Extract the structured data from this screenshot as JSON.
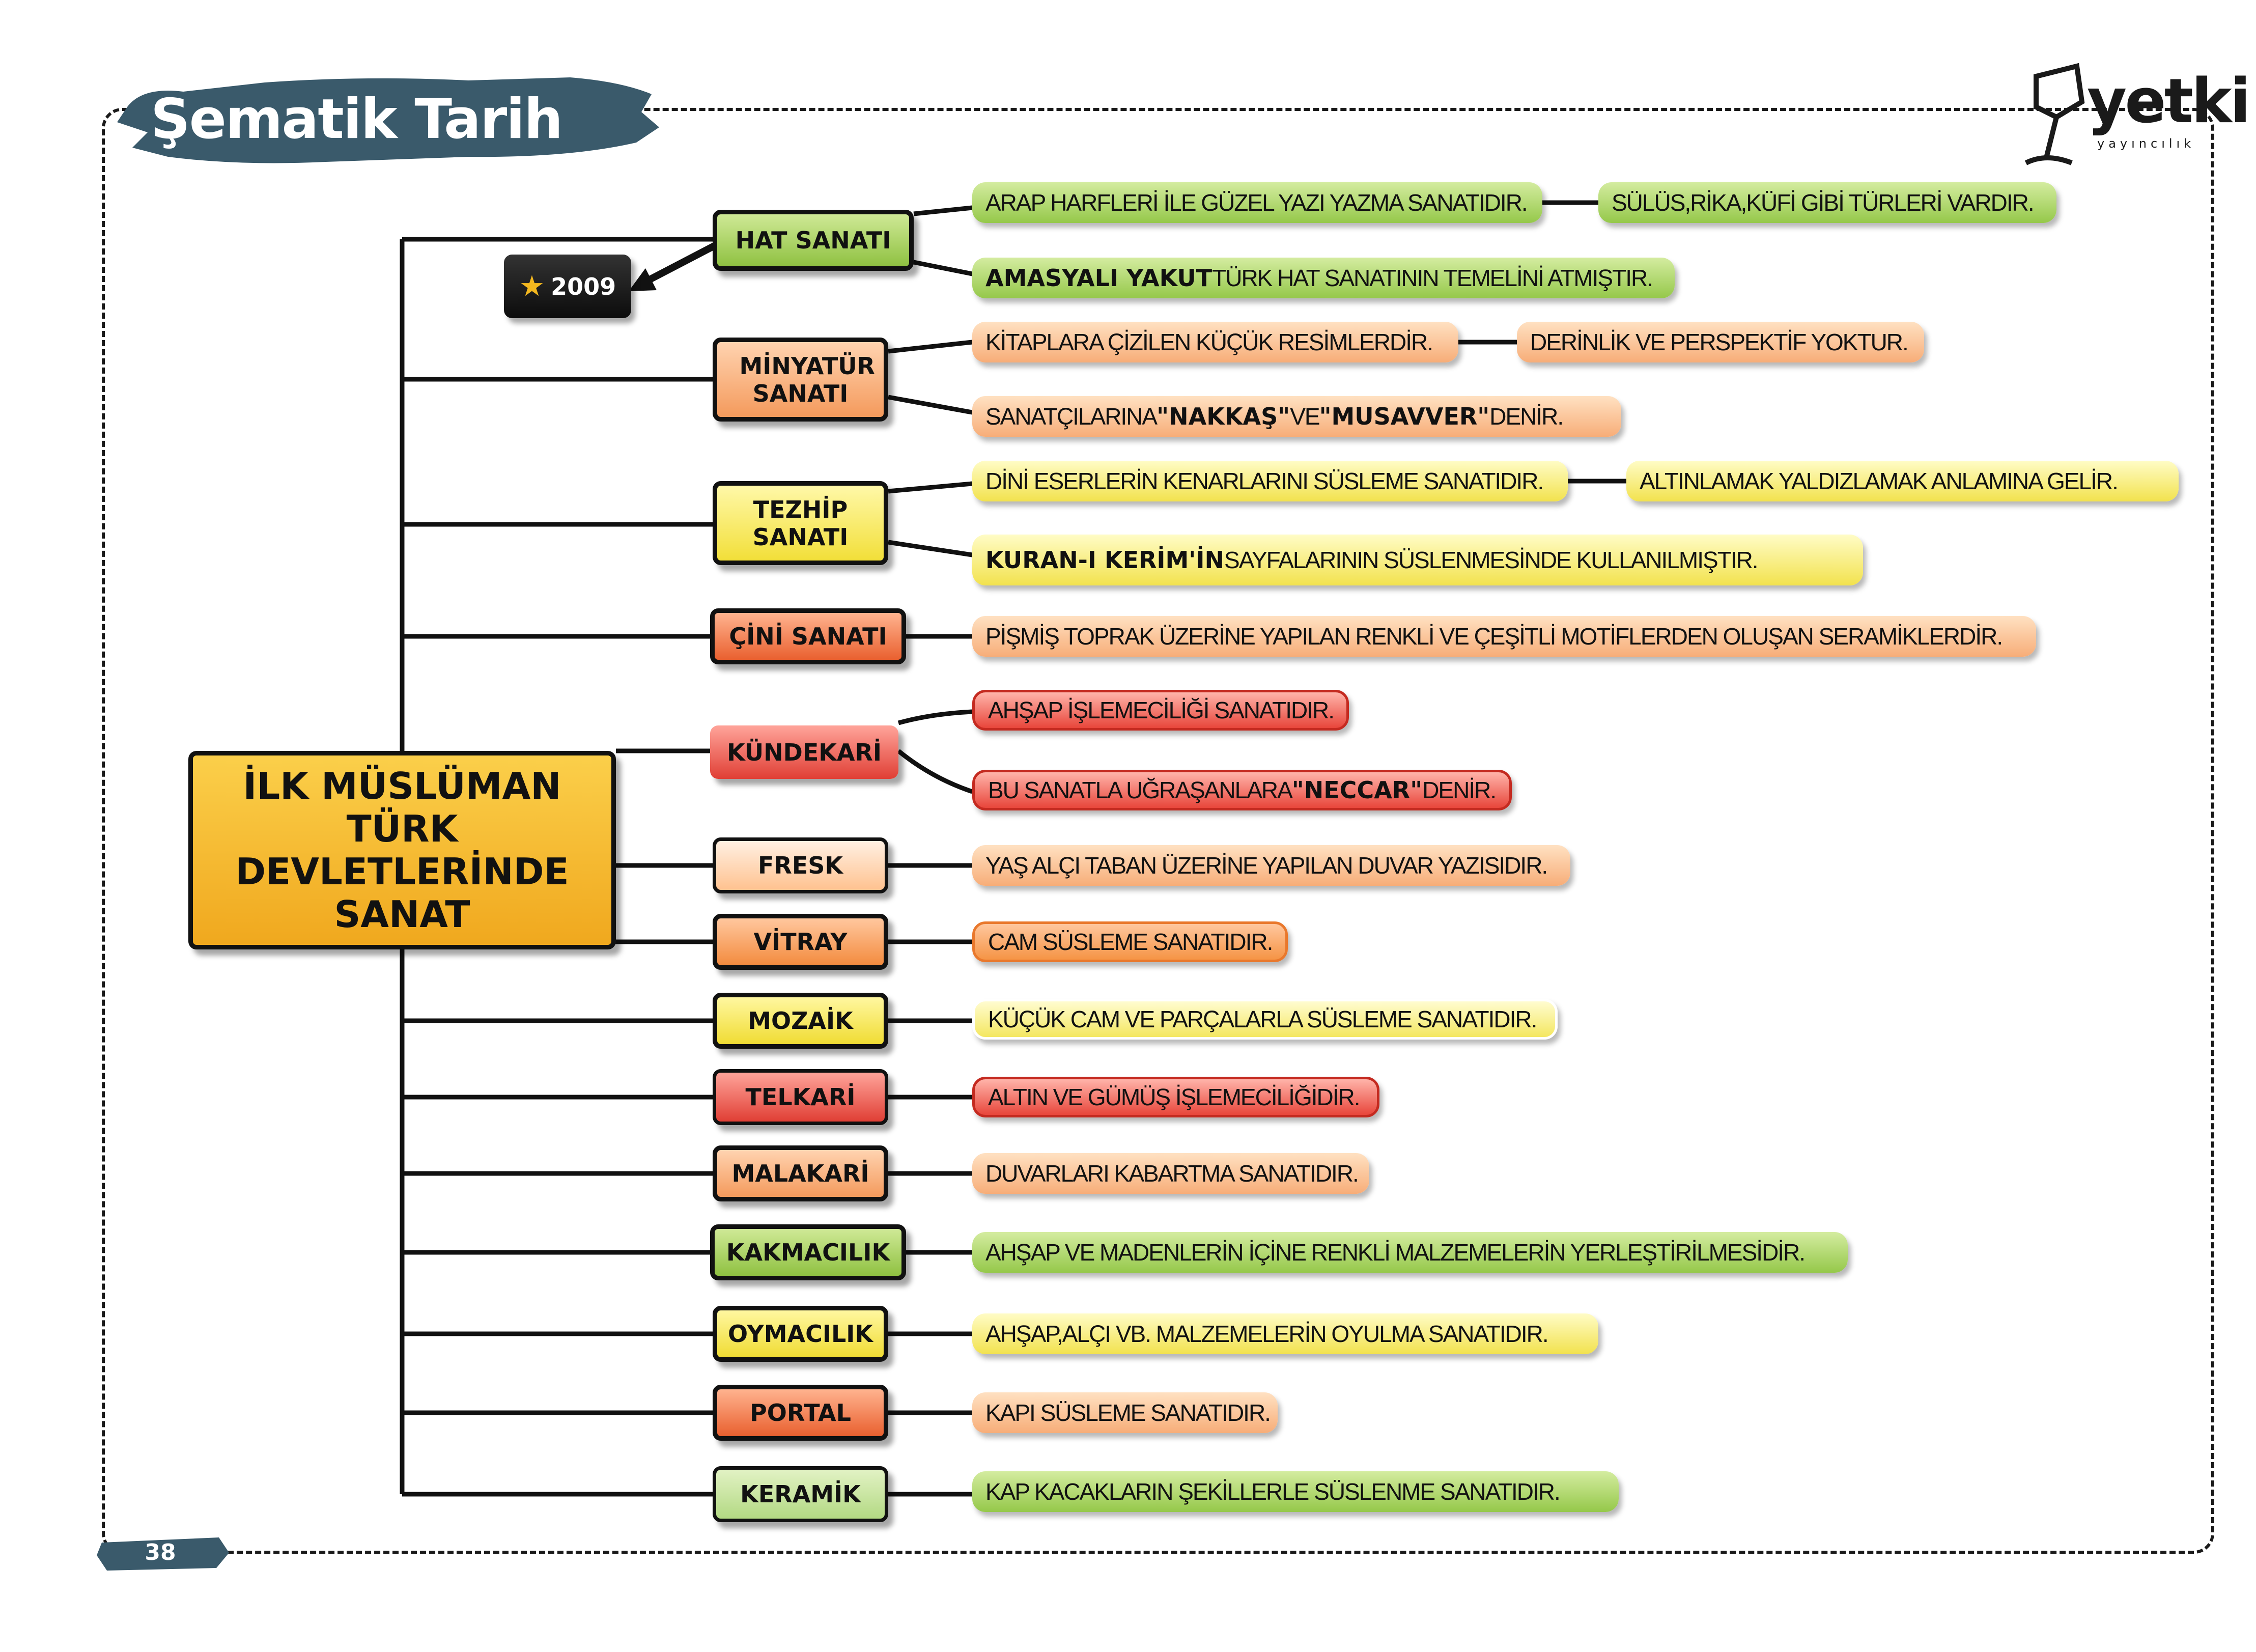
{
  "header": {
    "title": "Şematik Tarih"
  },
  "logo": {
    "name": "yetki",
    "subtitle": "yayıncılık"
  },
  "page_number": "38",
  "badge": {
    "text": "2009",
    "icon": "star-icon"
  },
  "root": {
    "label": "İLK MÜSLÜMAN TÜRK DEVLETLERİNDE SANAT"
  },
  "categories": [
    {
      "label": "HAT SANATI",
      "color": "#95c84a"
    },
    {
      "label": "MİNYATÜR SANATI",
      "color": "#f7ad78"
    },
    {
      "label": "TEZHİP SANATI",
      "color": "#f2e24e"
    },
    {
      "label": "ÇİNİ SANATI",
      "color": "#ee6a3c"
    },
    {
      "label": "KÜNDEKARİ",
      "color": "#e8463b"
    },
    {
      "label": "FRESK",
      "color": "#f7ad78"
    },
    {
      "label": "VİTRAY",
      "color": "#f59445"
    },
    {
      "label": "MOZAİK",
      "color": "#f2e24e"
    },
    {
      "label": "TELKARİ",
      "color": "#e8463b"
    },
    {
      "label": "MALAKARİ",
      "color": "#f7ad78"
    },
    {
      "label": "KAKMACILIK",
      "color": "#95c84a"
    },
    {
      "label": "OYMACILIK",
      "color": "#f2e24e"
    },
    {
      "label": "PORTAL",
      "color": "#ee6a3c"
    },
    {
      "label": "KERAMİK",
      "color": "#95c84a"
    }
  ],
  "leaves": {
    "hat_1": "ARAP HARFLERİ İLE GÜZEL YAZI YAZMA SANATIDIR.",
    "hat_1b": "SÜLÜS,RİKA,KÜFİ GİBİ TÜRLERİ VARDIR.",
    "hat_2_bold": "AMASYALI YAKUT",
    "hat_2_rest": " TÜRK HAT SANATININ TEMELİNİ ATMIŞTIR.",
    "min_1": "KİTAPLARA ÇİZİLEN KÜÇÜK RESİMLERDİR.",
    "min_1b": "DERİNLİK VE PERSPEKTİF YOKTUR.",
    "min_2_a": "SANATÇILARINA ",
    "min_2_b": "\"NAKKAŞ\"",
    "min_2_c": " VE ",
    "min_2_d": "\"MUSAVVER\"",
    "min_2_e": " DENİR.",
    "tez_1": "DİNİ ESERLERİN KENARLARINI SÜSLEME SANATIDIR.",
    "tez_1b": "ALTINLAMAK YALDIZLAMAK ANLAMINA GELİR.",
    "tez_2_bold": "KURAN-I KERİM'İN",
    "tez_2_rest": " SAYFALARININ  SÜSLENMESİNDE KULLANILMIŞTIR.",
    "cini_1": "PİŞMİŞ TOPRAK ÜZERİNE YAPILAN RENKLİ VE ÇEŞİTLİ MOTİFLERDEN OLUŞAN SERAMİKLERDİR.",
    "kun_1": "AHŞAP İŞLEMECİLİĞİ SANATIDIR.",
    "kun_2_a": "BU SANATLA UĞRAŞANLARA ",
    "kun_2_b": "\"NECCAR\"",
    "kun_2_c": " DENİR.",
    "fresk_1": "YAŞ ALÇI TABAN ÜZERİNE YAPILAN DUVAR YAZISIDIR.",
    "vitray_1": "CAM SÜSLEME SANATIDIR.",
    "mozaik_1": "KÜÇÜK CAM VE PARÇALARLA SÜSLEME SANATIDIR.",
    "telkari_1": "ALTIN VE GÜMÜŞ İŞLEMECİLİĞİDİR.",
    "malakari_1": "DUVARLARI KABARTMA SANATIDIR.",
    "kakma_1": "AHŞAP VE MADENLERİN İÇİNE RENKLİ MALZEMELERİN YERLEŞTİRİLMESİDİR.",
    "oyma_1": "AHŞAP,ALÇI VB. MALZEMELERİN OYULMA SANATIDIR.",
    "portal_1": "KAPI SÜSLEME SANATIDIR.",
    "keramik_1": "KAP KACAKLARIN ŞEKİLLERLE SÜSLENME SANATIDIR."
  }
}
